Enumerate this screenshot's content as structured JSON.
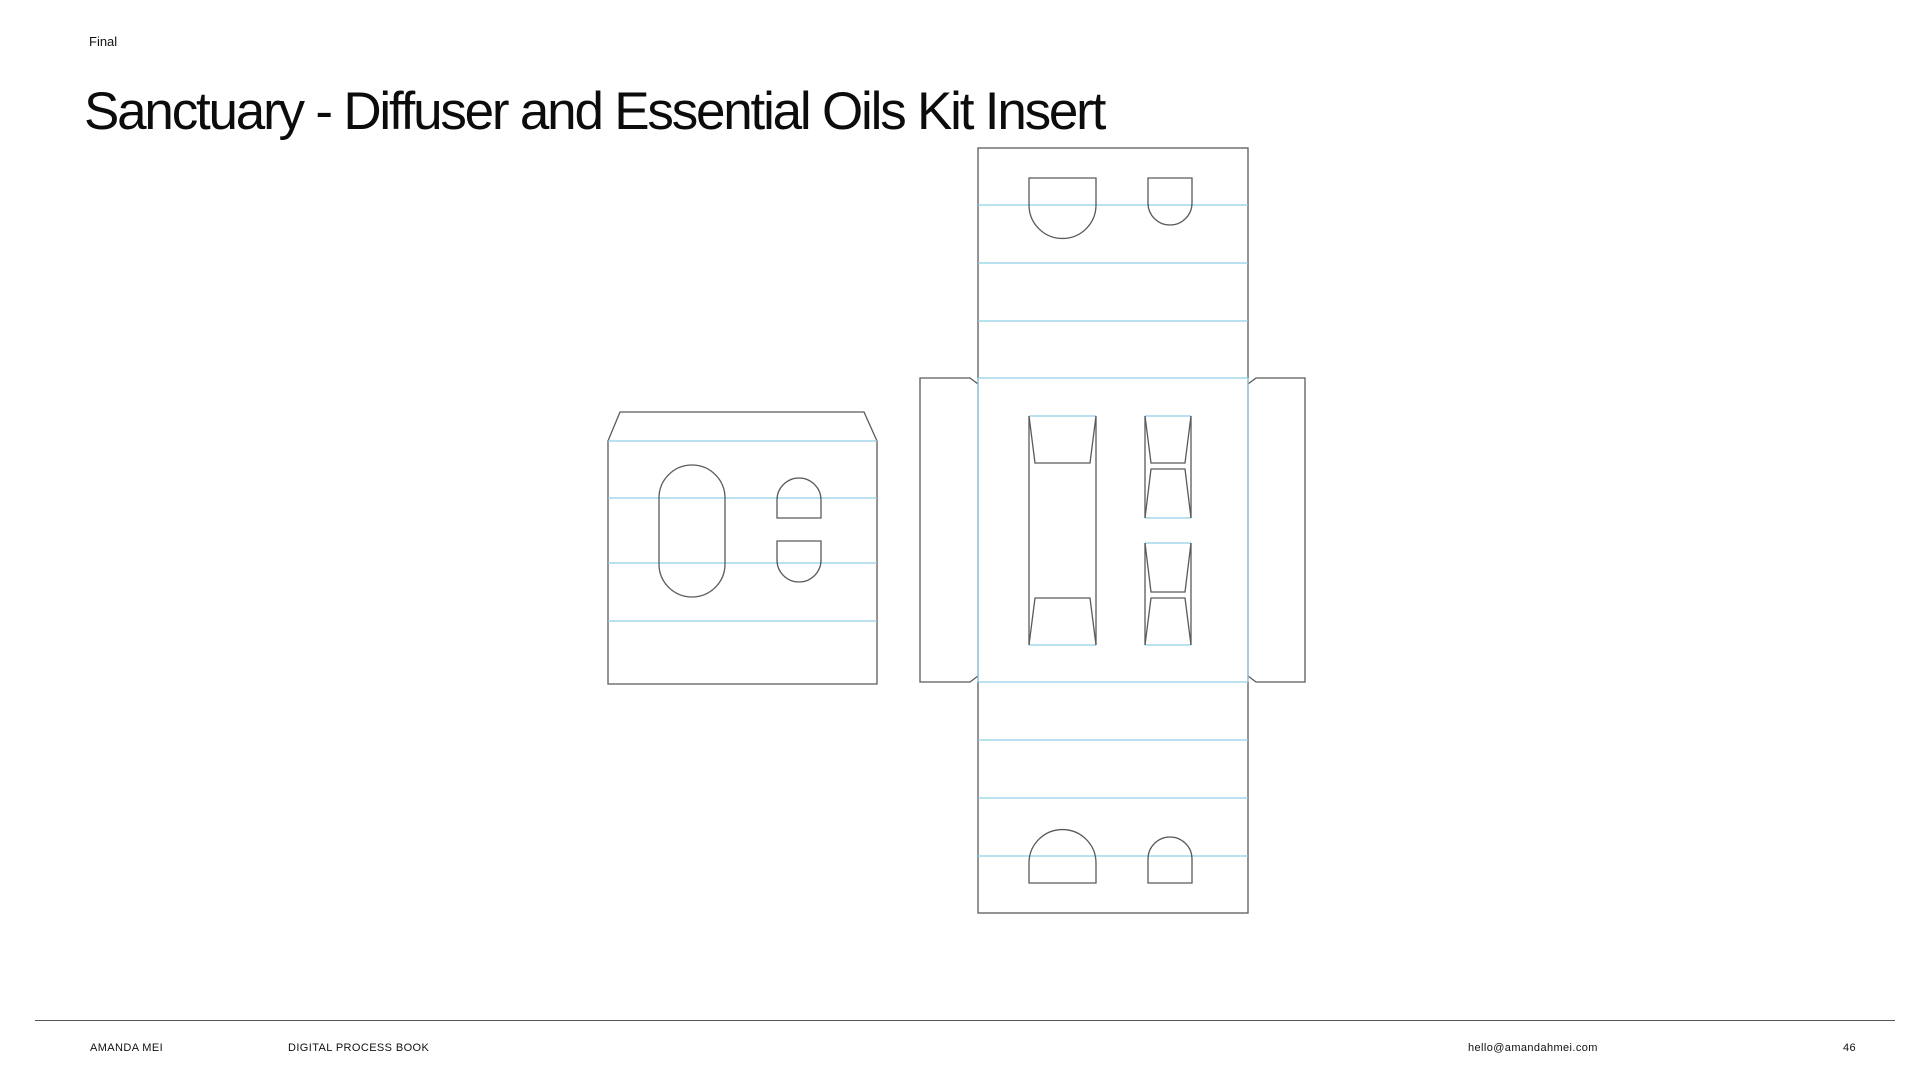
{
  "header": {
    "section_label": "Final",
    "title": "Sanctuary - Diffuser and Essential Oils Kit Insert"
  },
  "footer": {
    "author": "AMANDA MEI",
    "book": "DIGITAL PROCESS BOOK",
    "email": "hello@amandahmei.com",
    "page_number": "46"
  },
  "colors": {
    "cut_line": "#5a5a5a",
    "fold_line": "#8fcfe6",
    "footer_rule": "#555555"
  }
}
